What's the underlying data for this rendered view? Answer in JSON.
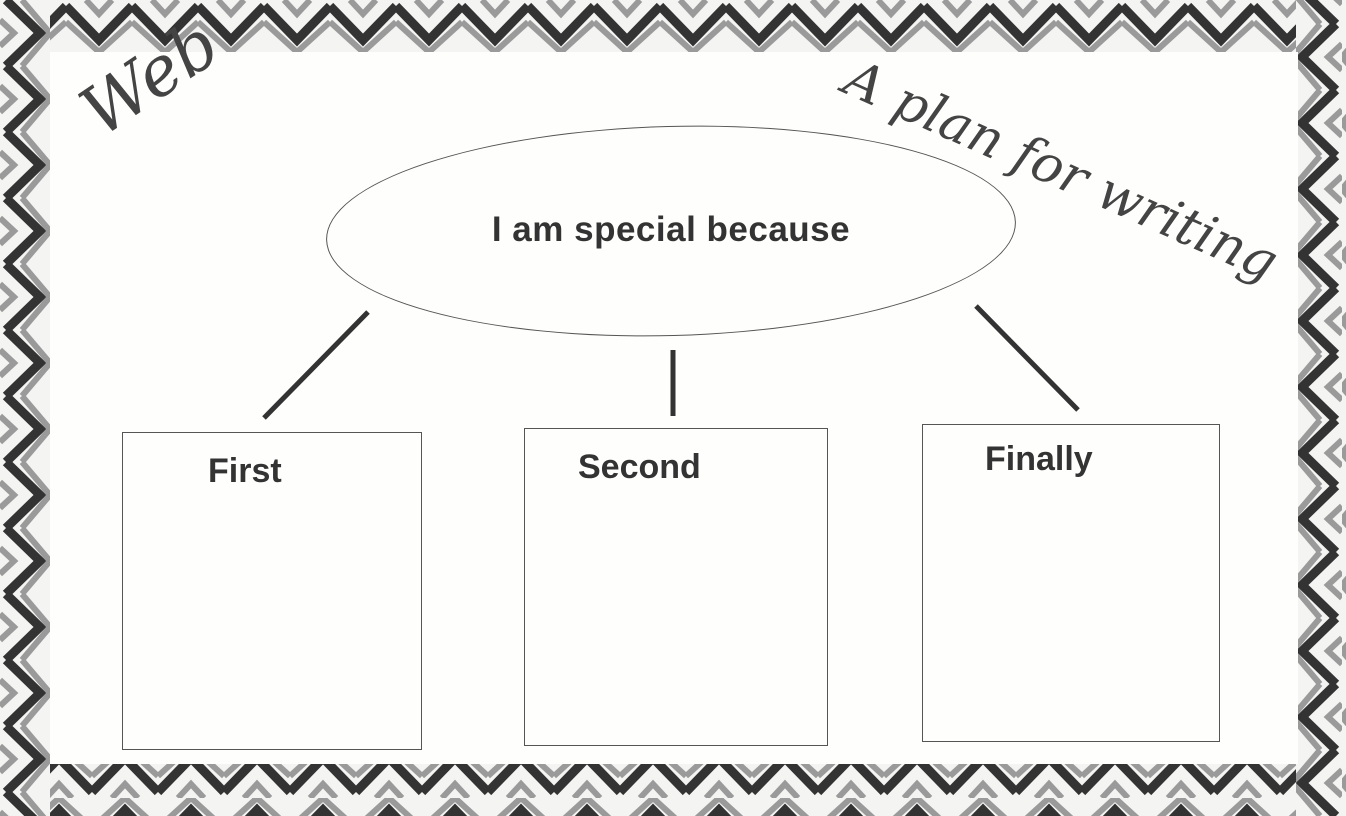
{
  "titles": {
    "left": "Web",
    "right": "A plan for writing"
  },
  "web": {
    "center": "I am special because",
    "boxes": [
      {
        "label": "First"
      },
      {
        "label": "Second"
      },
      {
        "label": "Finally"
      }
    ]
  },
  "colors": {
    "ink": "#333333",
    "border_dark": "#3a3a3a",
    "border_mid": "#9a9a9a",
    "paper": "#fdfdfb"
  }
}
